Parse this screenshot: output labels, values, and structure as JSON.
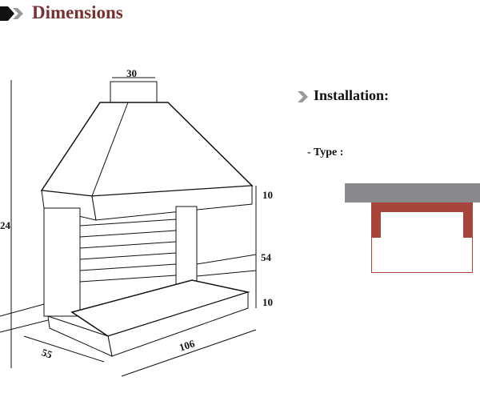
{
  "header": {
    "title": "Dimensions"
  },
  "installation": {
    "heading": "Installation:",
    "type_label": "- Type :"
  },
  "dimensions": {
    "chimney": "30",
    "height": "24",
    "top": "10",
    "middle": "54",
    "bottom": "10",
    "depth": "55",
    "width": "106"
  },
  "colors": {
    "title": "#7a3030",
    "wall": "#8a8a8e",
    "frame": "#a8453a"
  }
}
